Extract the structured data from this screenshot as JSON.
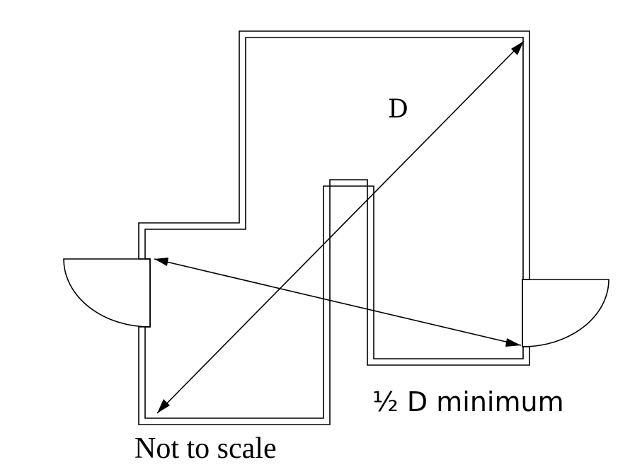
{
  "diagram": {
    "label_diagonal": "D",
    "label_separation": "½ D minimum",
    "label_note": "Not to scale"
  }
}
